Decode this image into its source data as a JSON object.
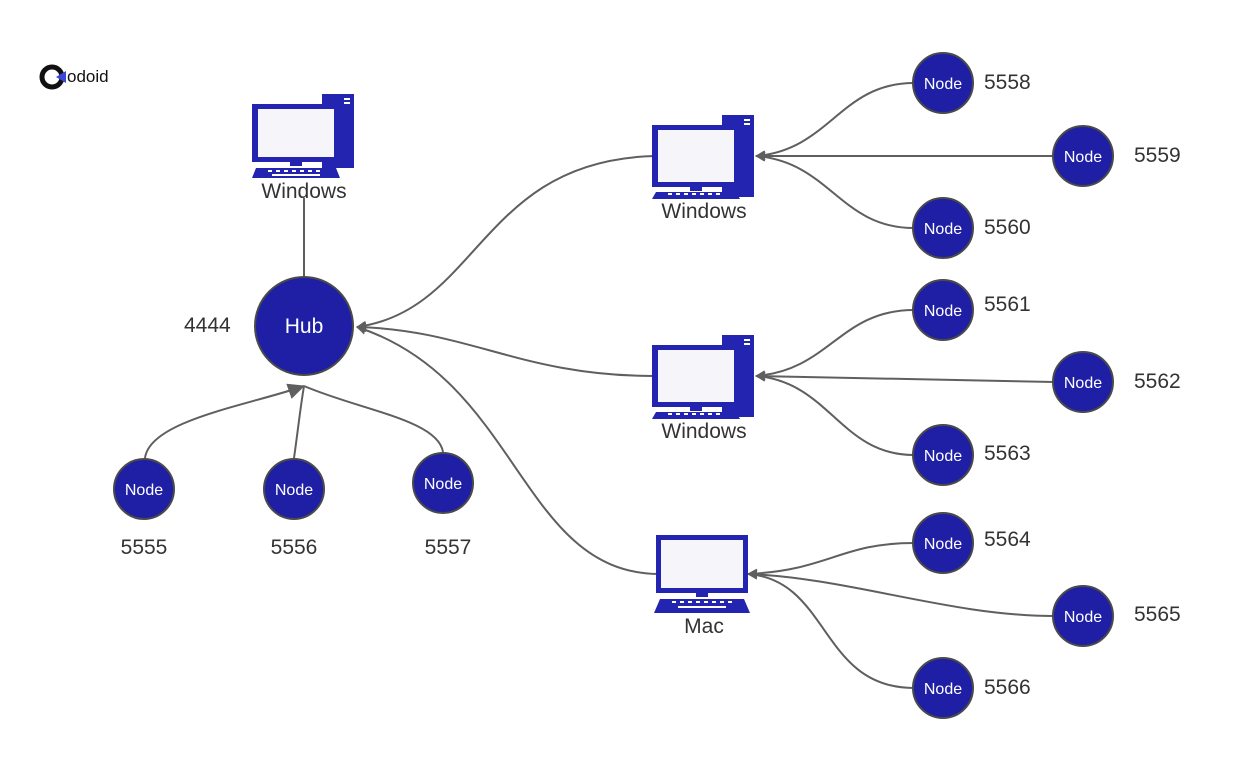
{
  "logo": {
    "text": "odoid"
  },
  "colors": {
    "node_fill": "#1e1fa5",
    "machine_blue": "#2325b0",
    "edge": "#5f5f5f",
    "arrow": "#5f5f5f",
    "label_text": "#333333",
    "screen_fill": "#f5f5fa"
  },
  "hub": {
    "label": "Hub",
    "port": "4444"
  },
  "hub_machine": {
    "label": "Windows",
    "icon": "windows-pc-icon"
  },
  "hub_nodes": [
    {
      "label": "Node",
      "port": "5555"
    },
    {
      "label": "Node",
      "port": "5556"
    },
    {
      "label": "Node",
      "port": "5557"
    }
  ],
  "machines": [
    {
      "label": "Windows",
      "icon": "windows-pc-icon",
      "nodes": [
        {
          "label": "Node",
          "port": "5558"
        },
        {
          "label": "Node",
          "port": "5559"
        },
        {
          "label": "Node",
          "port": "5560"
        }
      ]
    },
    {
      "label": "Windows",
      "icon": "windows-pc-icon",
      "nodes": [
        {
          "label": "Node",
          "port": "5561"
        },
        {
          "label": "Node",
          "port": "5562"
        },
        {
          "label": "Node",
          "port": "5563"
        }
      ]
    },
    {
      "label": "Mac",
      "icon": "mac-laptop-icon",
      "nodes": [
        {
          "label": "Node",
          "port": "5564"
        },
        {
          "label": "Node",
          "port": "5565"
        },
        {
          "label": "Node",
          "port": "5566"
        }
      ]
    }
  ]
}
